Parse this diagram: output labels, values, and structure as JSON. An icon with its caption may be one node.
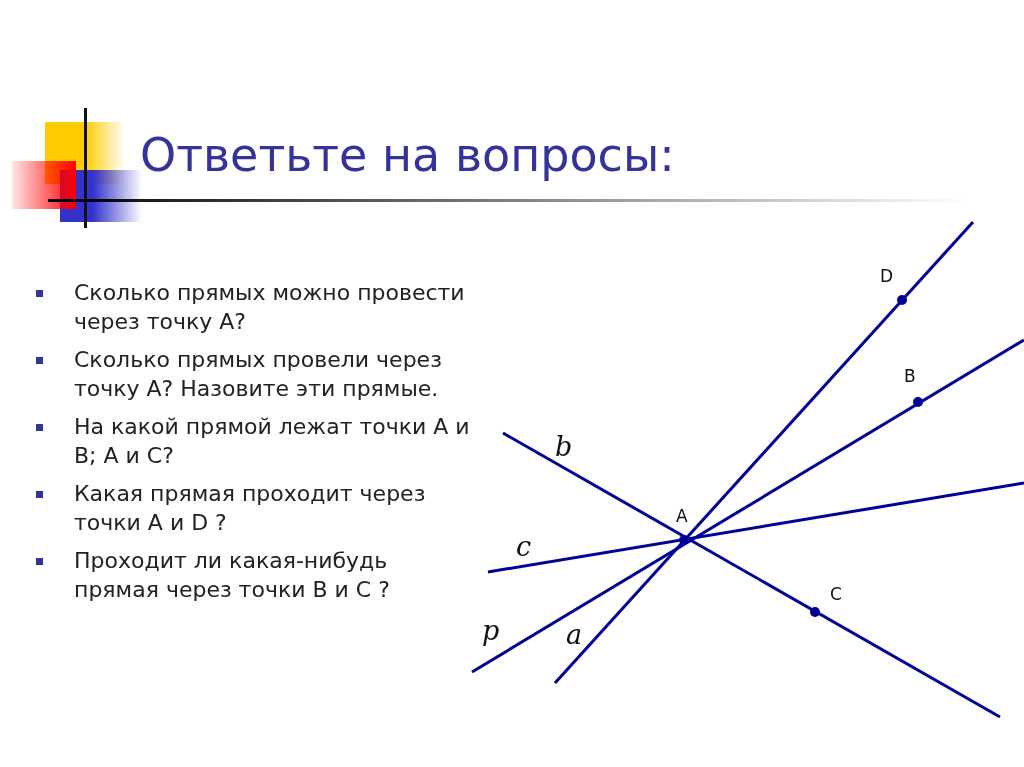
{
  "diagram": {
    "title": "Ответьте на вопросы:",
    "labels": [
      "Сколько прямых можно провести через точку А?",
      "Сколько прямых провели через точку А? Назовите эти прямые.",
      "На какой прямой лежат точки А и В;  А и С?",
      "Какая прямая проходит через точки А и D ?",
      "Проходит ли какая-нибудь прямая через точки В и С ?",
      "D",
      "B",
      "b",
      "A",
      "c",
      "C",
      "p",
      "a"
    ]
  }
}
